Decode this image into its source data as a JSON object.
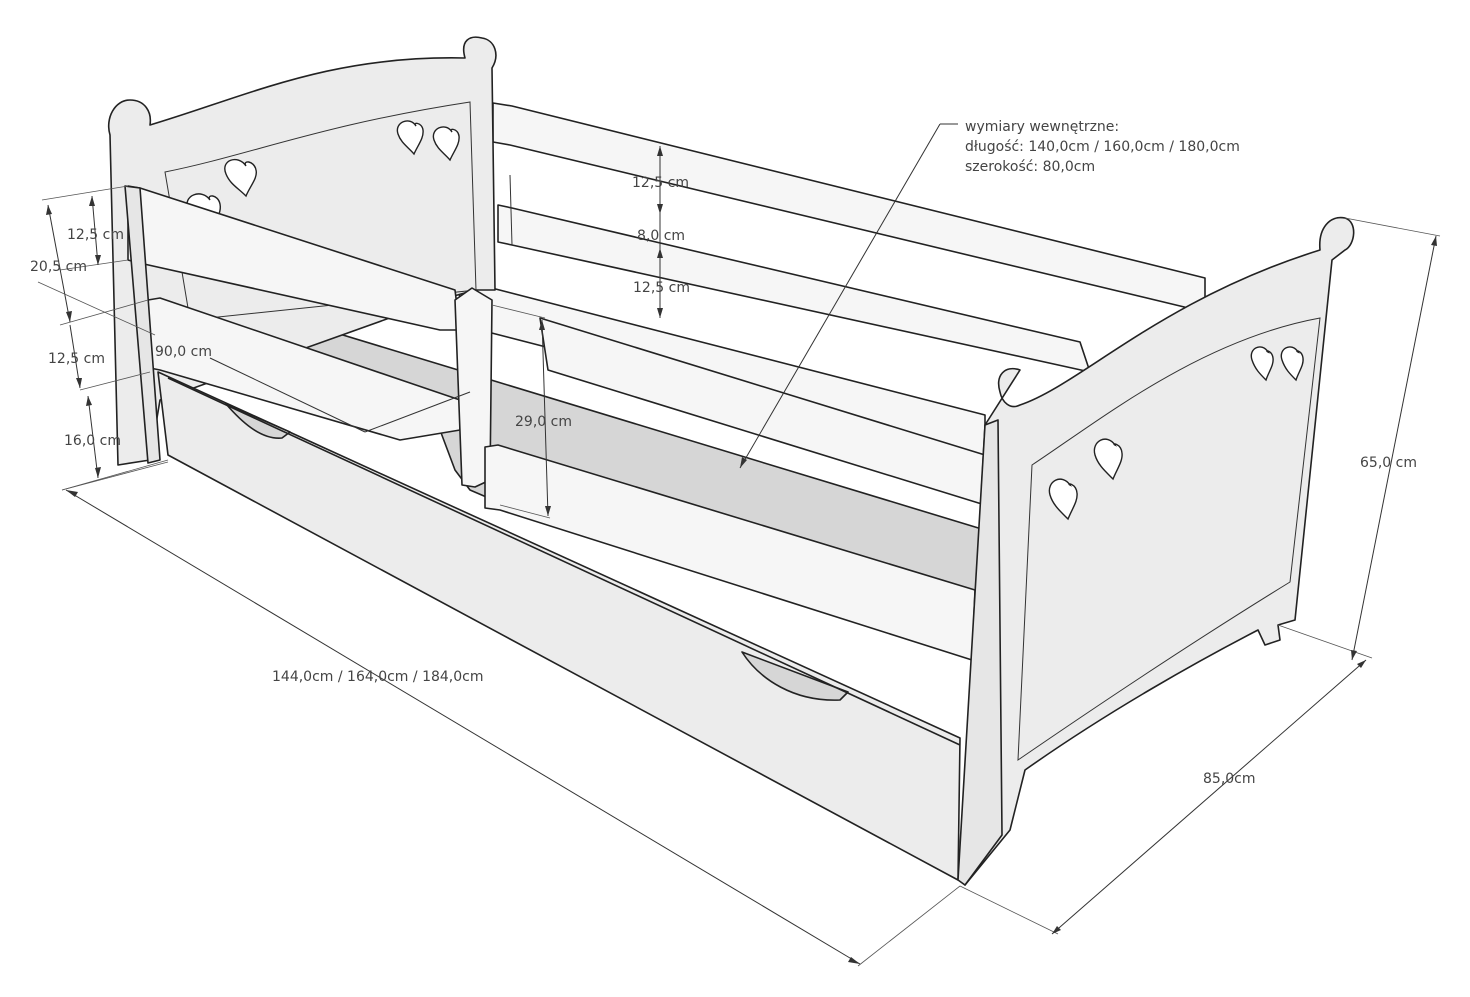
{
  "labels": {
    "inner_title": "wymiary wewnętrzne:",
    "inner_length": "długość: 140,0cm / 160,0cm / 180,0cm",
    "inner_width": "szerokość: 80,0cm",
    "back_top_gap": "12,5 cm",
    "back_mid_gap": "8,0 cm",
    "back_low_gap": "12,5 cm",
    "front_top_gap": "12,5 cm",
    "front_total_gap": "20,5 cm",
    "front_low_gap": "12,5 cm",
    "drawer_height": "16,0 cm",
    "opening_width": "90,0 cm",
    "guard_height": "29,0 cm",
    "total_length": "144,0cm / 164,0cm / 184,0cm",
    "total_width": "85,0cm",
    "total_height": "65,0 cm"
  }
}
